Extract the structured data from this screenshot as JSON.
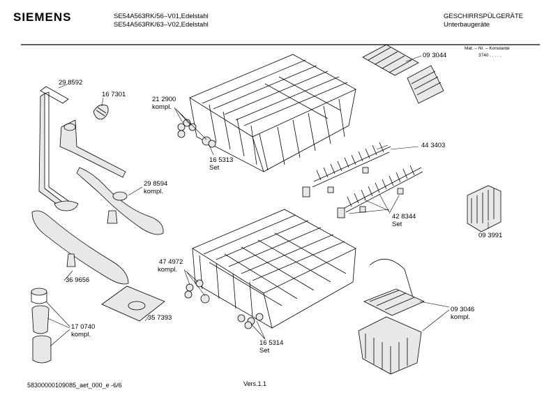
{
  "header": {
    "brand": "SIEMENS",
    "model_line_1": "SE54A563RK/56–V01,Edelstahl",
    "model_line_2": "SE54A563RK/63–V02,Edelstahl",
    "category": "GESCHIRRSPÜLGERÄTE",
    "subcategory": "Unterbaugeräte",
    "mat_label": "Mat. – Nr. – Konstante",
    "mat_value": "3740  .  .  .  .  ."
  },
  "parts": {
    "p298592": "29 8592",
    "p167301": "16 7301",
    "p212900": "21 2900",
    "p212900_kompl": "kompl.",
    "p165313": "16 5313",
    "p165313_set": "Set",
    "p093044": "09 3044",
    "p443403": "44 3403",
    "p298594": "29 8594",
    "p298594_kompl": "kompl.",
    "p428344": "42 8344",
    "p428344_set": "Set",
    "p093991": "09 3991",
    "p474972": "47 4972",
    "p474972_kompl": "kompl.",
    "p369656": "36 9656",
    "p357393": "35 7393",
    "p170740": "17 0740",
    "p170740_kompl": "kompl.",
    "p165314": "16 5314",
    "p165314_set": "Set",
    "p093046": "09 3046",
    "p093046_kompl": "kompl."
  },
  "footer": {
    "doc_id": "58300000109085_aet_000_e  -6/6",
    "version": "Vers.1.1"
  }
}
